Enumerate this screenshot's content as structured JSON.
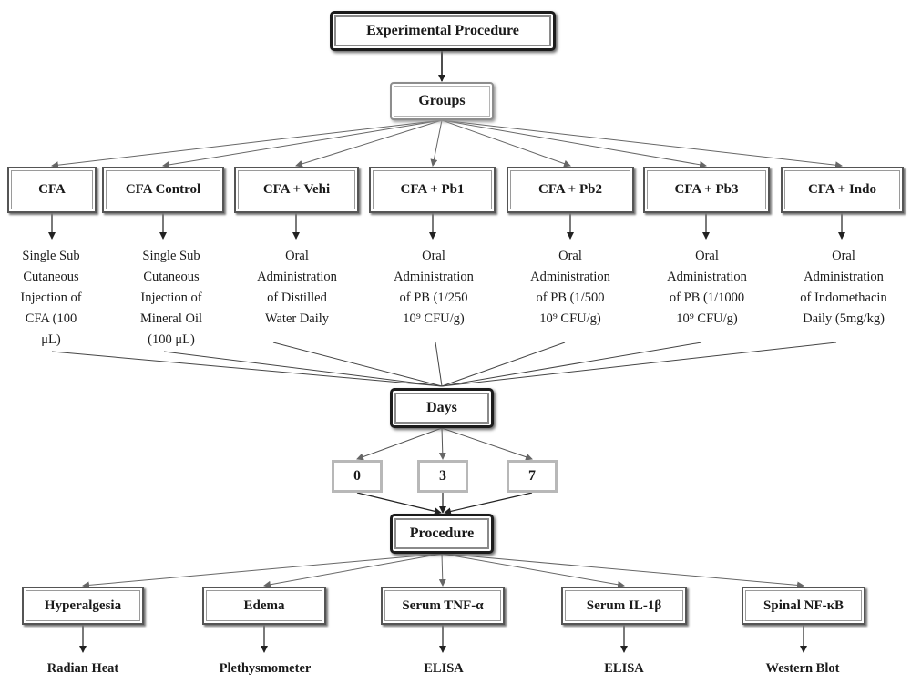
{
  "title": "Experimental Procedure",
  "groups_label": "Groups",
  "groups": [
    {
      "name": "CFA",
      "description": [
        "Single Sub",
        "Cutaneous",
        "Injection of",
        "CFA (100",
        "μL)"
      ]
    },
    {
      "name": "CFA Control",
      "description": [
        "Single Sub",
        "Cutaneous",
        "Injection of",
        "Mineral Oil",
        "(100 μL)"
      ]
    },
    {
      "name": "CFA + Vehi",
      "description": [
        "Oral",
        "Administration",
        "of Distilled",
        "Water Daily"
      ]
    },
    {
      "name": "CFA + Pb1",
      "description": [
        "Oral",
        "Administration",
        "of PB (1/250",
        "10⁹ CFU/g)"
      ]
    },
    {
      "name": "CFA + Pb2",
      "description": [
        "Oral",
        "Administration",
        "of PB (1/500",
        "10⁹ CFU/g)"
      ]
    },
    {
      "name": "CFA + Pb3",
      "description": [
        "Oral",
        "Administration",
        "of PB (1/1000",
        "10⁹ CFU/g)"
      ]
    },
    {
      "name": "CFA + Indo",
      "description": [
        "Oral",
        "Administration",
        "of Indomethacin",
        "Daily (5mg/kg)"
      ]
    }
  ],
  "days_label": "Days",
  "days": [
    "0",
    "3",
    "7"
  ],
  "procedure_label": "Procedure",
  "assessments": [
    {
      "name": "Hyperalgesia",
      "method": "Radian Heat"
    },
    {
      "name": "Edema",
      "method": "Plethysmometer"
    },
    {
      "name": "Serum TNF-α",
      "method": "ELISA"
    },
    {
      "name": "Serum IL-1β",
      "method": "ELISA"
    },
    {
      "name": "Spinal NF-κB",
      "method": "Western Blot"
    }
  ]
}
